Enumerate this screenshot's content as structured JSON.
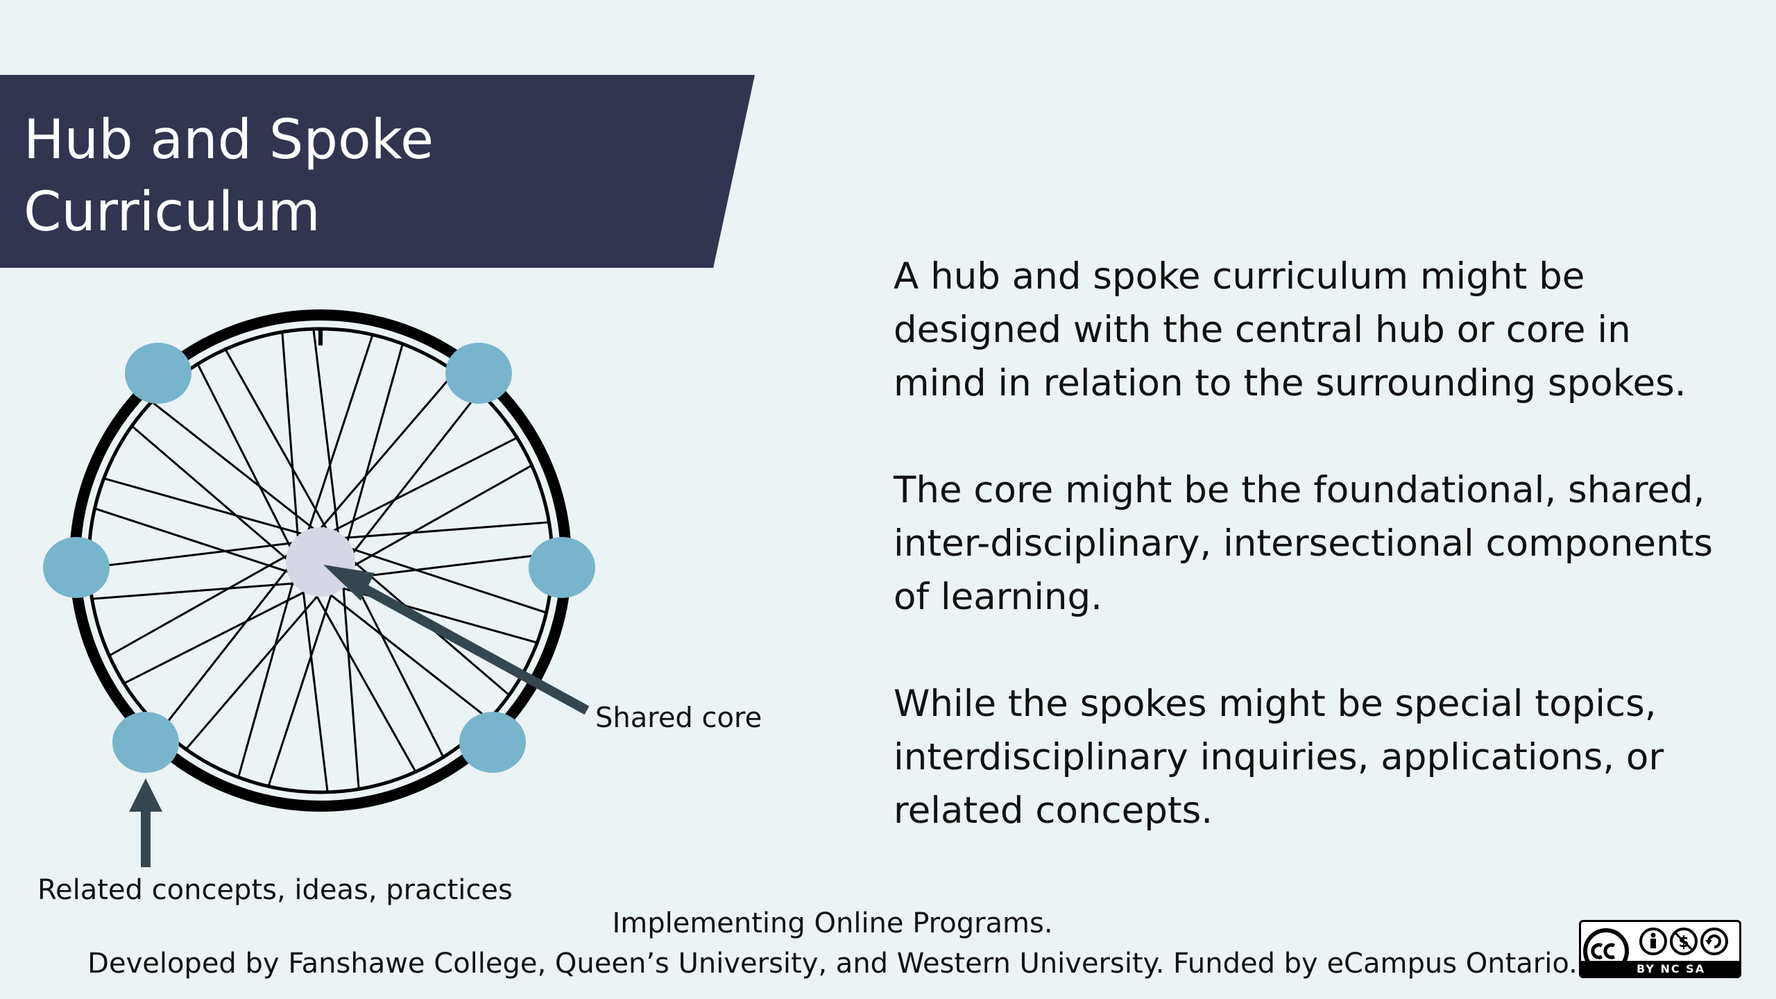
{
  "title": {
    "line1": "Hub and Spoke",
    "line2": "Curriculum"
  },
  "diagram": {
    "shared_core_label": "Shared core",
    "related_label": "Related concepts, ideas, practices",
    "colors": {
      "rim": "#000000",
      "node": "#78b4cc",
      "hub": "#d6d6e4",
      "arrow": "#34474f"
    }
  },
  "body": {
    "paragraphs": [
      {
        "lines": [
          "A hub and spoke curriculum might be",
          "designed with the central hub or core in",
          "mind in relation to the surrounding spokes."
        ]
      },
      {
        "lines": [
          "The core might be the foundational, shared,",
          "inter-disciplinary, intersectional components",
          "of learning."
        ]
      },
      {
        "lines": [
          "While the spokes might be special topics,",
          "interdisciplinary inquiries, applications, or",
          "related concepts."
        ]
      }
    ]
  },
  "footer": {
    "line1": "Implementing Online Programs.",
    "line2": "Developed by Fanshawe College, Queen’s University, and Western University. Funded by eCampus Ontario."
  },
  "license": {
    "text": "BY  NC  SA",
    "icons": [
      "cc-icon",
      "by-icon",
      "nc-icon",
      "sa-icon"
    ]
  },
  "colors": {
    "background": "#ecf3f5",
    "banner": "#313550"
  }
}
